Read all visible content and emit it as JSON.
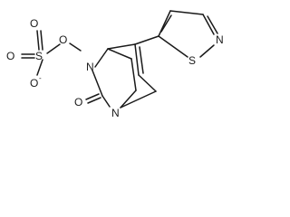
{
  "molecule": {
    "atoms": {
      "o_top": "O",
      "o_left": "O",
      "o_minus": "O",
      "minus_charge": "-",
      "s_sulfonyl": "S",
      "o_bridge": "O",
      "n_hydroxyl": "N",
      "o_carbonyl": "O",
      "n_bridgehead": "N",
      "s_ring": "S",
      "n_ring": "N"
    }
  }
}
